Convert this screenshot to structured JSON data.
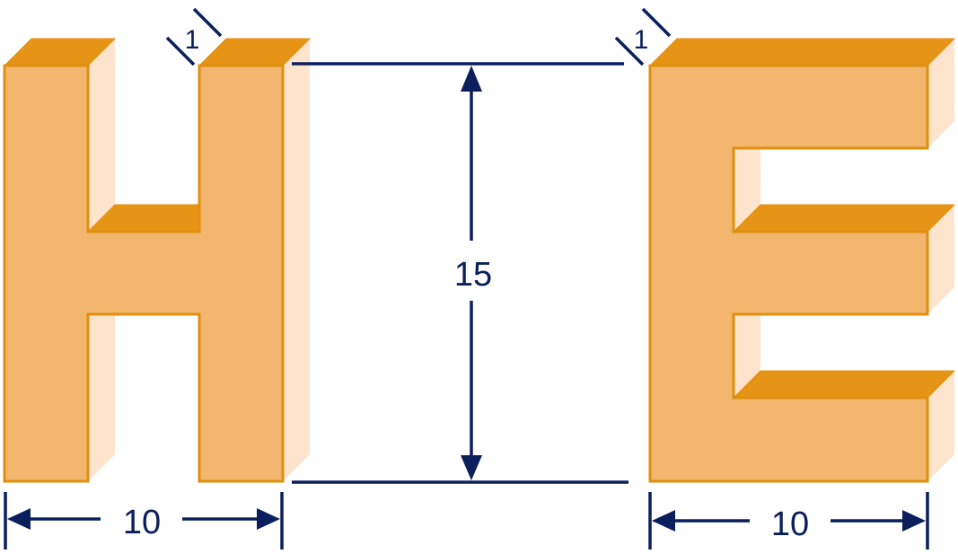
{
  "colors": {
    "face": "#F2B66E",
    "top": "#E59416",
    "side": "#FEE4CC",
    "outline": "#E08F0E",
    "dimension": "#0B1F5C"
  },
  "letters": [
    {
      "name": "H",
      "width_label": "10",
      "depth_label": "1"
    },
    {
      "name": "E",
      "width_label": "10",
      "depth_label": "1"
    }
  ],
  "height_label": "15"
}
